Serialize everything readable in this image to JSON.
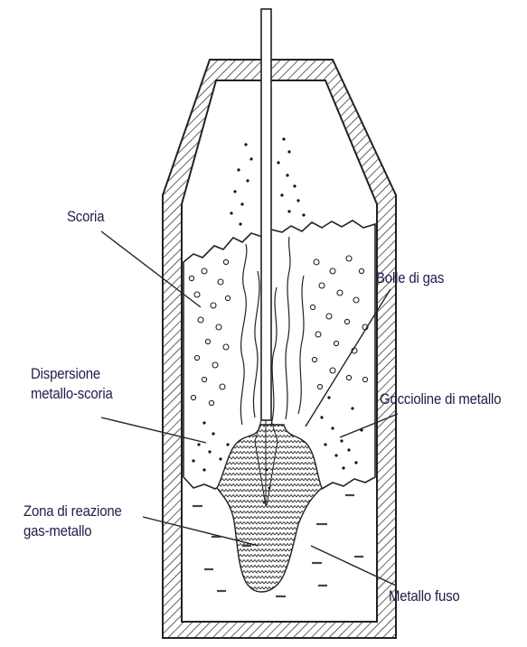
{
  "labels": {
    "slag": "Scoria",
    "gas_bubbles": "Bolle di gas",
    "dispersion_line1": "Dispersione",
    "dispersion_line2": "metallo-scoria",
    "metal_droplets": "Goccioline di metallo",
    "reaction_zone_line1": "Zona di reazione",
    "reaction_zone_line2": "gas-metallo",
    "molten_metal": "Metallo fuso"
  },
  "colors": {
    "line": "#222222",
    "text": "#1d1e4a",
    "background": "#ffffff"
  }
}
